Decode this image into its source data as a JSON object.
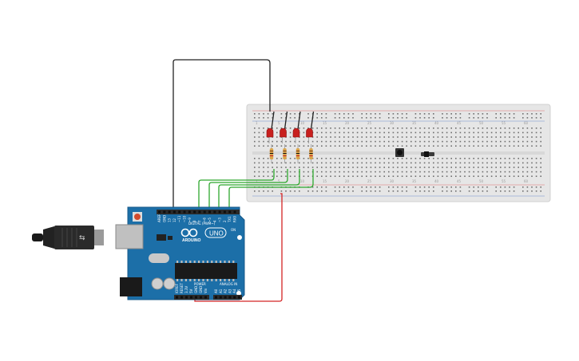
{
  "board": {
    "logo_text": "ARDUINO",
    "model_text": "UNO",
    "digital_label": "DIGITAL (PWM~)",
    "power_label": "POWER",
    "analog_label": "ANALOG IN",
    "on_label": "ON",
    "digital_pins": [
      "AREF",
      "GND",
      "13",
      "12",
      "~11",
      "~10",
      "~9",
      "8",
      "7",
      "~6",
      "~5",
      "4",
      "~3",
      "2",
      "TX1",
      "RX0"
    ],
    "power_pins": [
      "IOREF",
      "RESET",
      "3.3V",
      "5V",
      "GND",
      "GND",
      "Vin"
    ],
    "analog_pins": [
      "A0",
      "A1",
      "A2",
      "A3",
      "A4",
      "A5"
    ]
  },
  "breadboard": {
    "column_numbers": [
      "1",
      "5",
      "10",
      "15",
      "20",
      "25",
      "30",
      "35",
      "40",
      "45",
      "50",
      "55",
      "60"
    ]
  },
  "components": {
    "led_count": 4,
    "led_color": "#c8201e",
    "resistor_count": 4
  },
  "colors": {
    "board_blue": "#1c6fa8",
    "wire_black": "#222222",
    "wire_green": "#2ea82e",
    "wire_red": "#d42424",
    "breadboard": "#e8e8e8"
  }
}
